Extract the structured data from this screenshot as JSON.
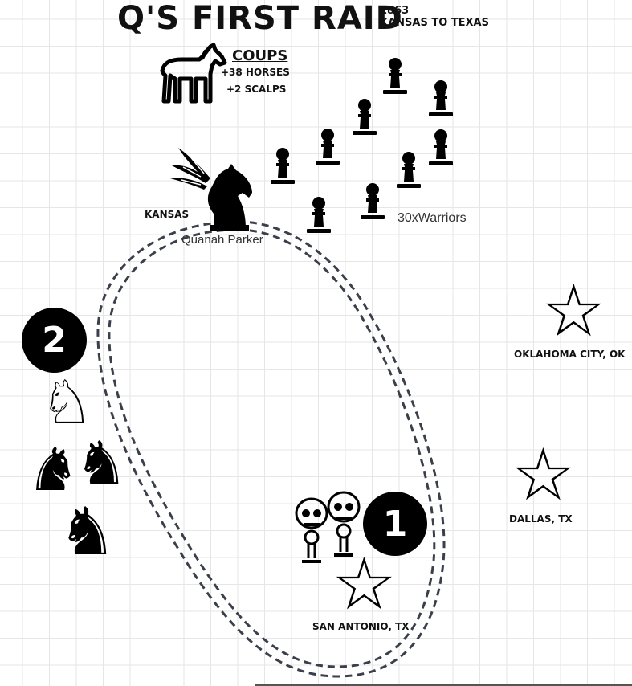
{
  "header": {
    "title": "Q'S FIRST RAID",
    "year": "1863",
    "route": "KANSAS TO TEXAS"
  },
  "coups": {
    "heading": "COUPS",
    "horses": "+38 HORSES",
    "scalps": "+2 SCALPS",
    "icon": "horse-icon"
  },
  "labels": {
    "kansas": "KANSAS",
    "leader": "Quanah Parker",
    "warriors": "30xWarriors"
  },
  "cities": {
    "okc": "OKLAHOMA CITY, OK",
    "dallas": "DALLAS, TX",
    "san_antonio": "SAN ANTONIO, TX"
  },
  "markers": {
    "one": "1",
    "two": "2"
  },
  "icons": {
    "leader": "knight-feather-icon",
    "warrior": "pawn-icon",
    "city": "star-icon",
    "casualty": "skull-icon",
    "horse_piece": "knight-icon"
  },
  "colors": {
    "ink": "#000000",
    "route_line": "#3a3f4a",
    "grid": "#e6e6e6"
  }
}
